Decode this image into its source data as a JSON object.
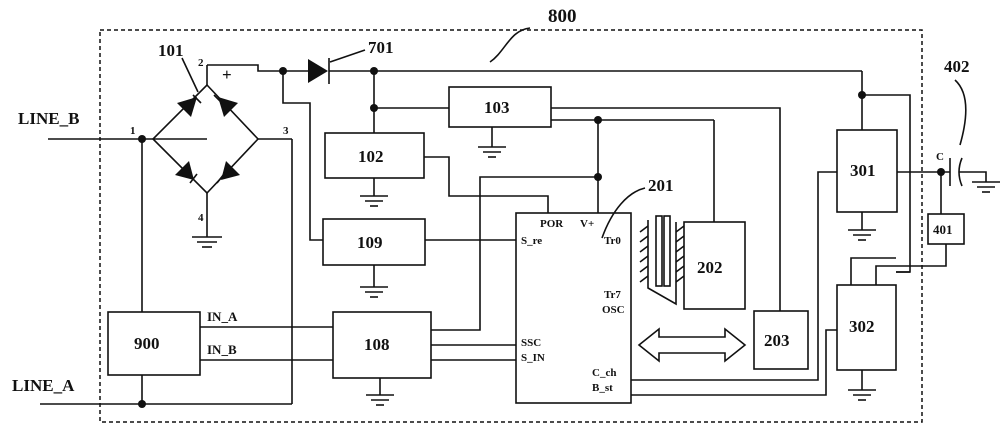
{
  "labels": {
    "line_a": "LINE_A",
    "line_b": "LINE_B",
    "module_800": "800",
    "bridge_101": "101",
    "diode_701": "701",
    "bridge_plus": "+",
    "pin_1": "1",
    "pin_2": "2",
    "pin_3": "3",
    "pin_4": "4",
    "chip_201": "201",
    "cap_402": "402",
    "node_c": "C",
    "in_a": "IN_A",
    "in_b": "IN_B"
  },
  "blocks": {
    "b102": "102",
    "b103": "103",
    "b108": "108",
    "b109": "109",
    "b202": "202",
    "b203": "203",
    "b301": "301",
    "b302": "302",
    "b401": "401",
    "b900": "900"
  },
  "chip_pins": {
    "por": "POR",
    "vplus": "V+",
    "s_re": "S_re",
    "tr0": "Tr0",
    "tr7": "Tr7",
    "osc": "OSC",
    "ssc": "SSC",
    "s_in": "S_IN",
    "c_ch": "C_ch",
    "b_st": "B_st"
  }
}
